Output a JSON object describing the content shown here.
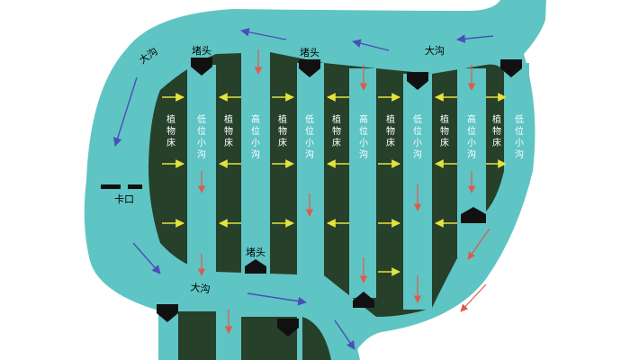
{
  "labels": {
    "big_ditch_upper_left": "大沟",
    "big_ditch_upper_right": "大沟",
    "big_ditch_bottom": "大沟",
    "dam_top_left": "堵头",
    "dam_top_right": "堵头",
    "dam_bottom_mid": "堵头",
    "gate": "卡口"
  },
  "strips": [
    {
      "label": "植物床"
    },
    {
      "label": "低位小沟"
    },
    {
      "label": "植物床"
    },
    {
      "label": "高位小沟"
    },
    {
      "label": "植物床"
    },
    {
      "label": "低位小沟"
    },
    {
      "label": "植物床"
    },
    {
      "label": "高位小沟"
    },
    {
      "label": "植物床"
    },
    {
      "label": "低位小沟"
    },
    {
      "label": "植物床"
    },
    {
      "label": "高位小沟"
    },
    {
      "label": "植物床"
    },
    {
      "label": "低位小沟"
    }
  ],
  "colors": {
    "water": "#5fc4c4",
    "bed": "#26402a",
    "arrow_ditch": "#4a4fb8",
    "arrow_down": "#e05a4c",
    "arrow_lateral": "#e4e23c",
    "marker": "#111111",
    "bed_text": "#ffffff",
    "text": "#000000"
  }
}
